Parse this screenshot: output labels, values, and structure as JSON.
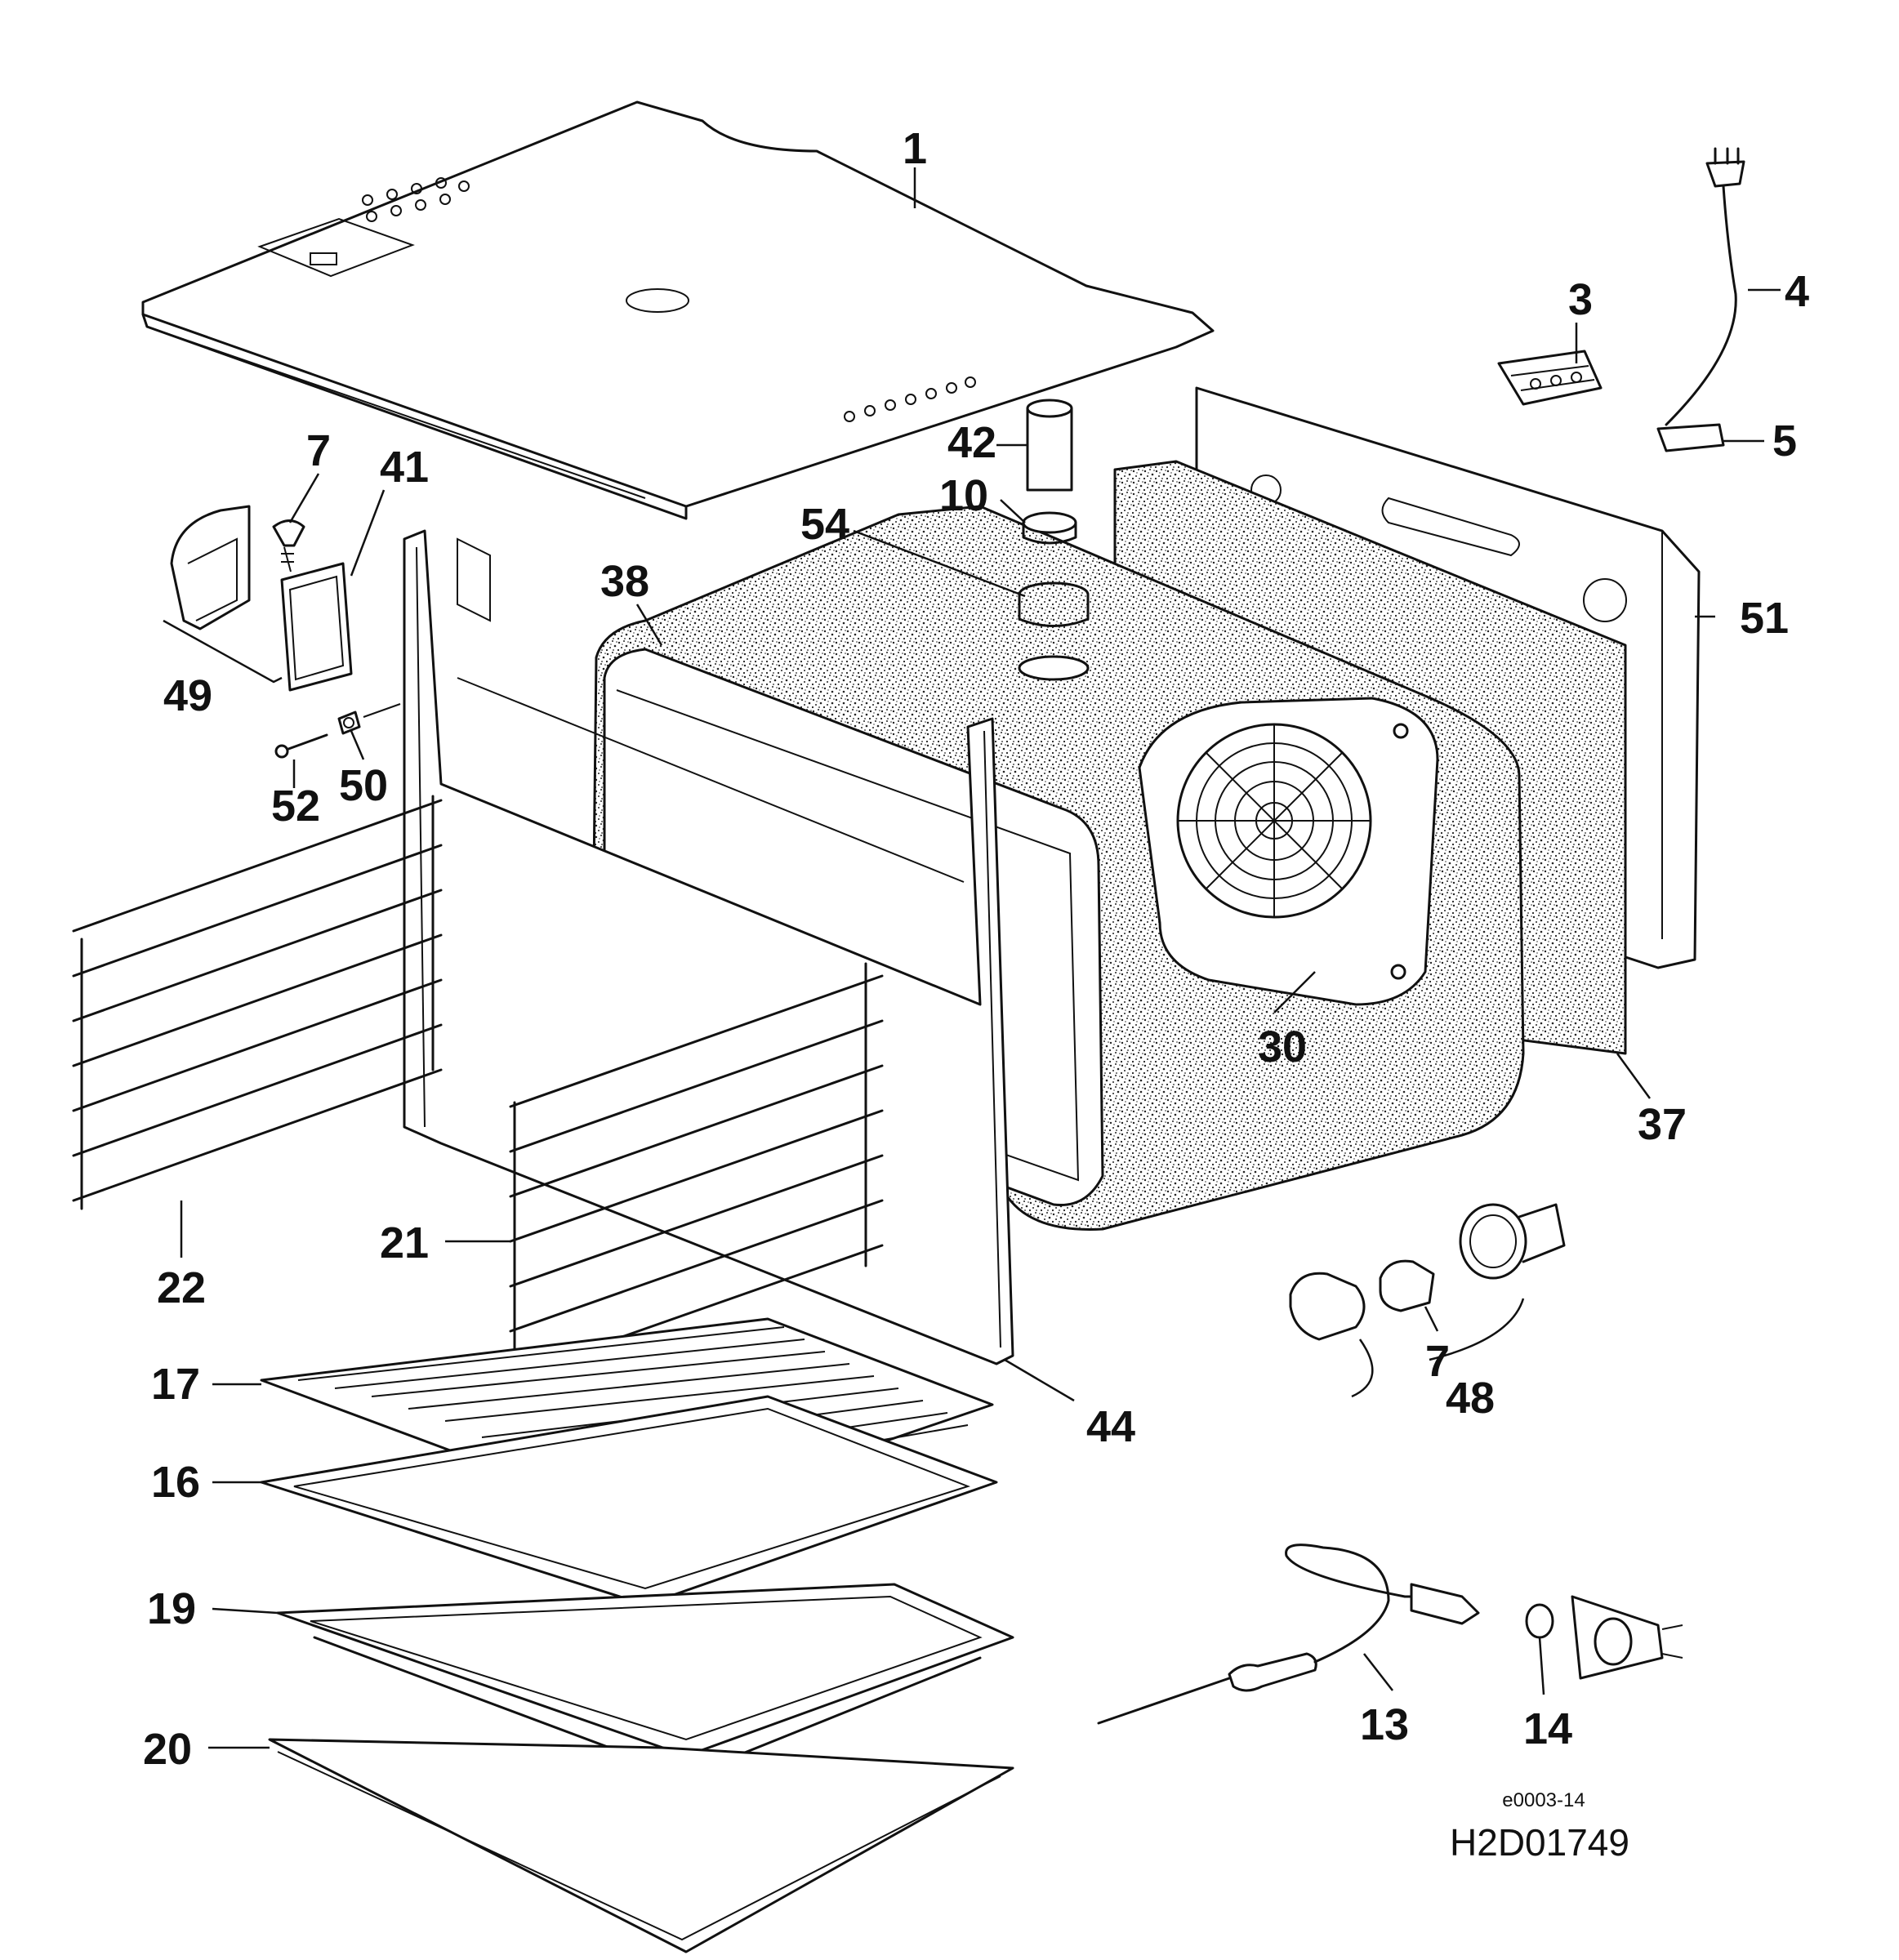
{
  "colors": {
    "line": "#111111",
    "background": "#ffffff"
  },
  "callouts": [
    {
      "id": "c1",
      "label": "1"
    },
    {
      "id": "c3",
      "label": "3"
    },
    {
      "id": "c4",
      "label": "4"
    },
    {
      "id": "c5",
      "label": "5"
    },
    {
      "id": "c7a",
      "label": "7"
    },
    {
      "id": "c41",
      "label": "41"
    },
    {
      "id": "c42",
      "label": "42"
    },
    {
      "id": "c10",
      "label": "10"
    },
    {
      "id": "c54",
      "label": "54"
    },
    {
      "id": "c38",
      "label": "38"
    },
    {
      "id": "c51",
      "label": "51"
    },
    {
      "id": "c49",
      "label": "49"
    },
    {
      "id": "c52",
      "label": "52"
    },
    {
      "id": "c50",
      "label": "50"
    },
    {
      "id": "c30",
      "label": "30"
    },
    {
      "id": "c37",
      "label": "37"
    },
    {
      "id": "c22",
      "label": "22"
    },
    {
      "id": "c21",
      "label": "21"
    },
    {
      "id": "c7b",
      "label": "7"
    },
    {
      "id": "c48",
      "label": "48"
    },
    {
      "id": "c17",
      "label": "17"
    },
    {
      "id": "c44",
      "label": "44"
    },
    {
      "id": "c16",
      "label": "16"
    },
    {
      "id": "c19",
      "label": "19"
    },
    {
      "id": "c13",
      "label": "13"
    },
    {
      "id": "c14",
      "label": "14"
    },
    {
      "id": "c20",
      "label": "20"
    }
  ],
  "document": {
    "drawing_ref": "e0003-14",
    "drawing_number": "H2D01749"
  }
}
